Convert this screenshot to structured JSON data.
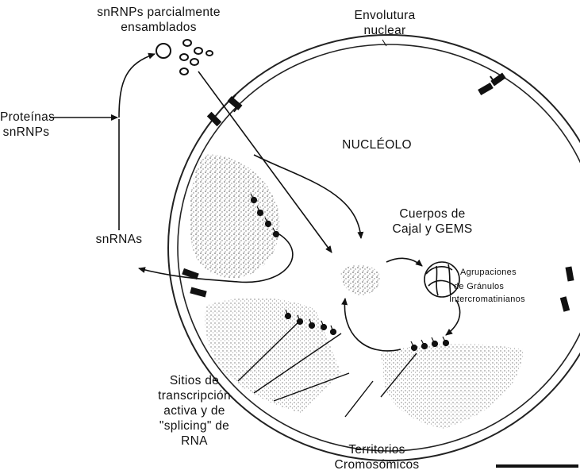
{
  "labels": {
    "snrnps_partial": [
      "snRNPs parcialmente",
      "ensamblados"
    ],
    "nuclear_envelope": [
      "Envolutura",
      "nuclear"
    ],
    "proteins": [
      "Proteínas",
      "snRNPs"
    ],
    "nucleolus": "NUCLÉOLO",
    "cajal": [
      "Cuerpos de",
      "Cajal y GEMS"
    ],
    "snrnas": "snRNAs",
    "clusters": [
      "Agrupaciones",
      "de Gránulos",
      "Intercromatinianos"
    ],
    "transcription_sites": [
      "Sitios de",
      "transcripción",
      "activa y de",
      "\"splicing\" de",
      "RNA"
    ],
    "chromosome_territories": [
      "Territorios",
      "Cromosómicos"
    ]
  }
}
